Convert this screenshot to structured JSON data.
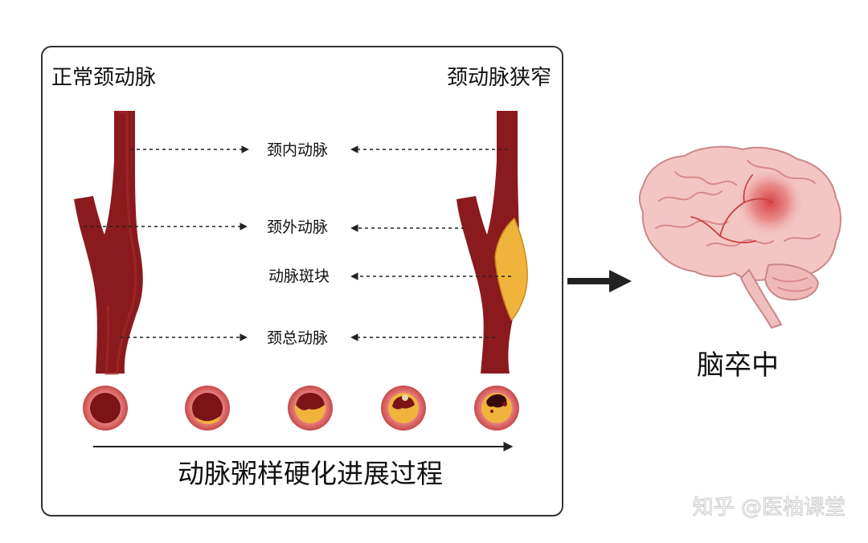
{
  "panel": {
    "normal_title": "正常颈动脉",
    "stenosis_title": "颈动脉狭窄",
    "labels": {
      "internal": "颈内动脉",
      "external": "颈外动脉",
      "plaque": "动脉斑块",
      "common": "颈总动脉"
    },
    "progression_caption": "动脉粥样硬化进展过程"
  },
  "outcome_label": "脑卒中",
  "watermark": "知乎 @医柚课堂",
  "colors": {
    "artery_wall": "#8b1a1e",
    "artery_lumen": "#6d1416",
    "artery_ring": "#e06b6b",
    "plaque": "#f0b43c",
    "brain": "#f3c6c4",
    "brain_fold": "#d98a8a",
    "lesion": "#d63a3a",
    "panel_border": "#333333"
  }
}
